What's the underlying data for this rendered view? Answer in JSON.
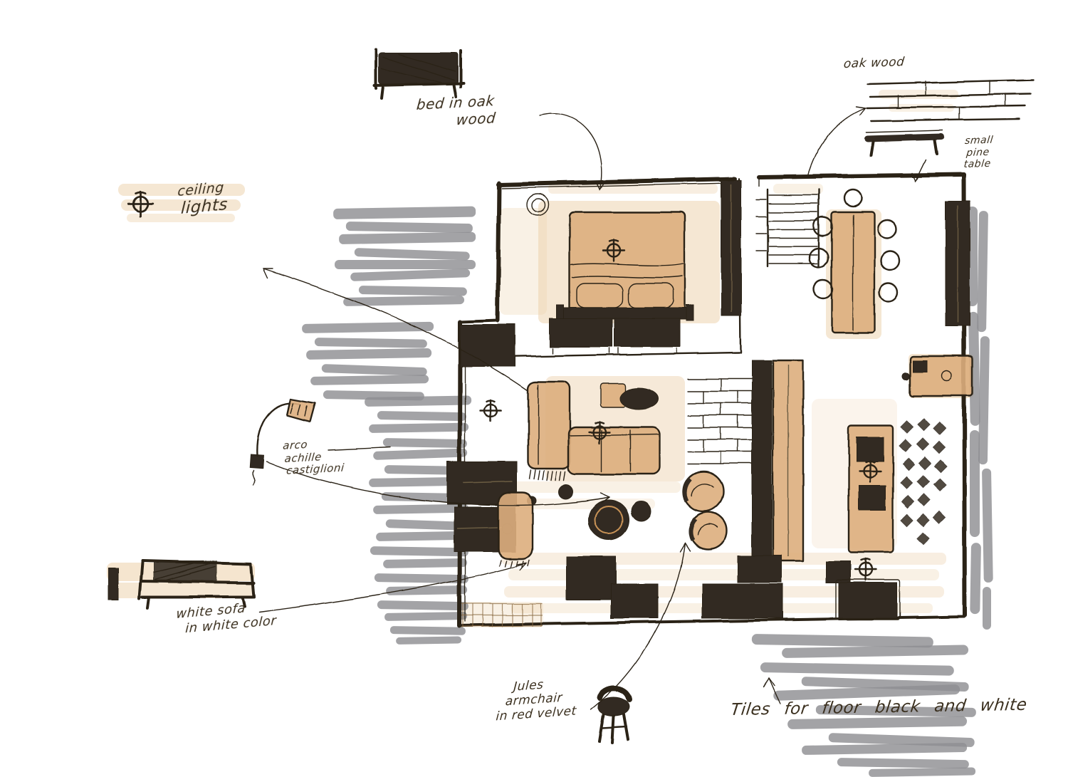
{
  "palette": {
    "paper": "#ffffff",
    "ink": "#2a2318",
    "ink-text": "#3a2f1e",
    "furniture": "#332c22",
    "tan": "#ddae7d",
    "tan-light": "#eccfa8",
    "tan-dark": "#c89257",
    "marker-gray": "#8f8f93",
    "hatch": "#8a6a42"
  },
  "annotations": {
    "ceiling_lights": [
      "ceiling",
      "lights"
    ],
    "bed": [
      "bed in oak",
      "wood"
    ],
    "oak_wood": [
      "oak wood"
    ],
    "side_table": [
      "small",
      "pine",
      "table"
    ],
    "arco_lamp": [
      "arco",
      "achille",
      "castiglioni"
    ],
    "white_sofa": [
      "white sofa",
      "in white color"
    ],
    "jules_armchair": [
      "Jules",
      "armchair",
      "in red velvet"
    ],
    "tiles": [
      "Tiles for floor black and white"
    ]
  }
}
